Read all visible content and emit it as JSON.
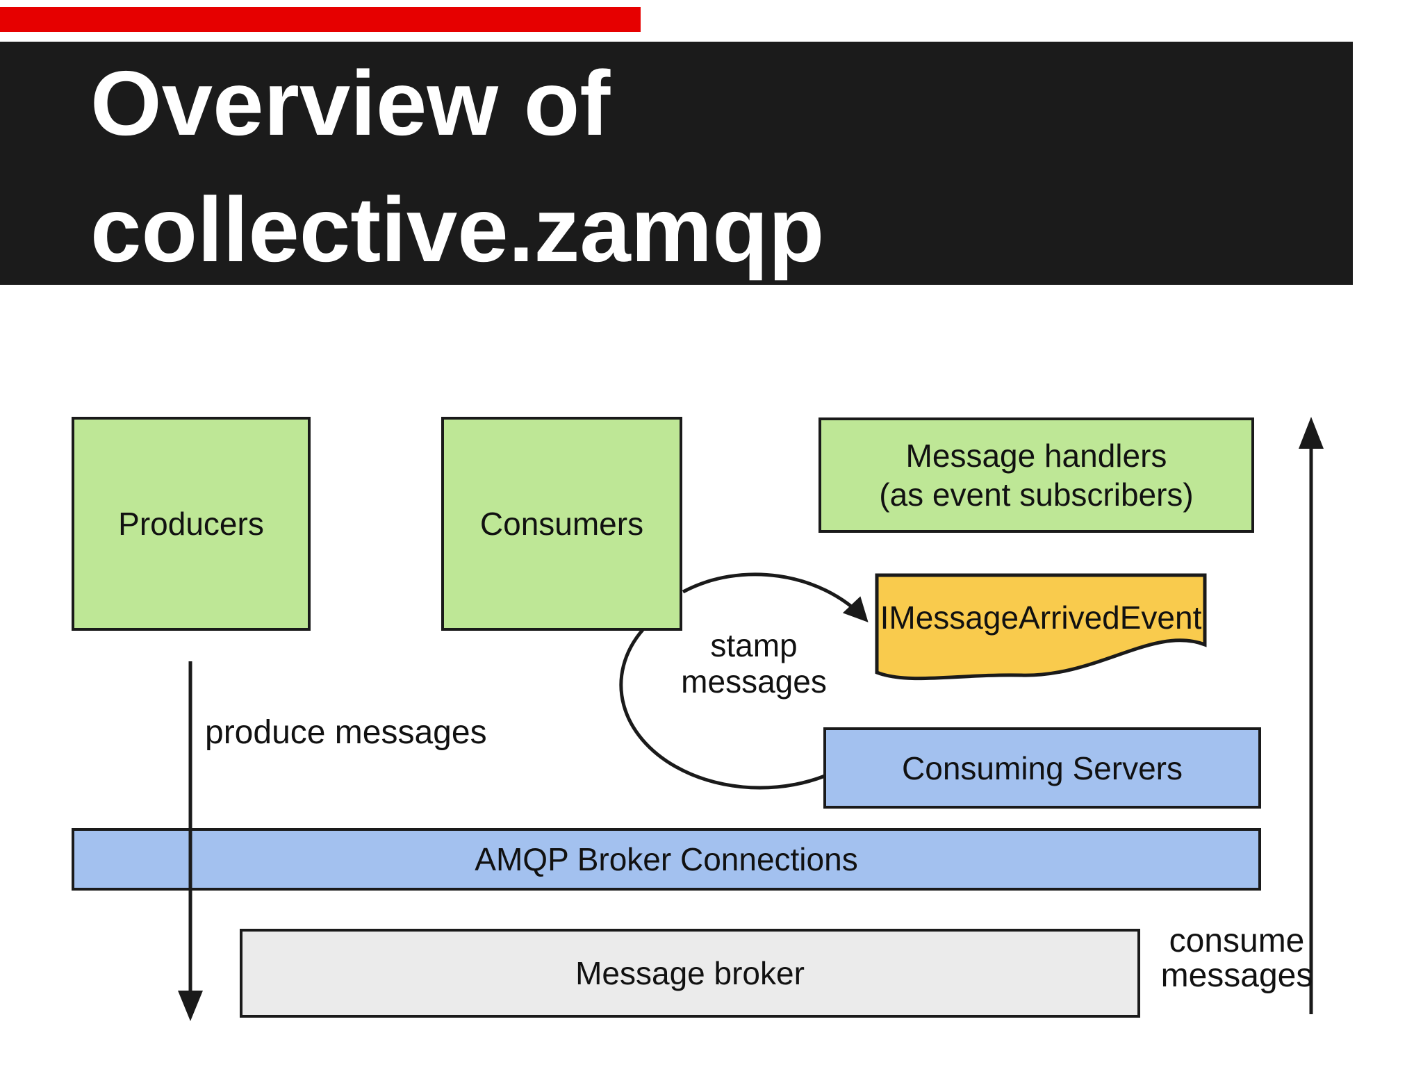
{
  "slide": {
    "top_bar_color": "#e60000",
    "header": {
      "bg": "#1b1b1b",
      "text_color": "#ffffff",
      "title_line1": "Overview of",
      "title_line2": "collective.zamqp"
    },
    "colors": {
      "green": "#bee796",
      "yellow": "#f9cb4d",
      "blue": "#a3c1ef",
      "gray": "#ebebeb",
      "stroke": "#1a1a1a",
      "white": "#ffffff"
    },
    "boxes": {
      "producers": "Producers",
      "consumers": "Consumers",
      "handlers_line1": "Message handlers",
      "handlers_line2": "(as event subscribers)",
      "event": "IMessageArrivedEvent",
      "consuming_servers": "Consuming Servers",
      "amqp": "AMQP Broker Connections",
      "broker": "Message broker"
    },
    "annotations": {
      "produce": "produce messages",
      "stamp_line1": "stamp",
      "stamp_line2": "messages",
      "consume_line1": "consume",
      "consume_line2": "messages"
    }
  }
}
